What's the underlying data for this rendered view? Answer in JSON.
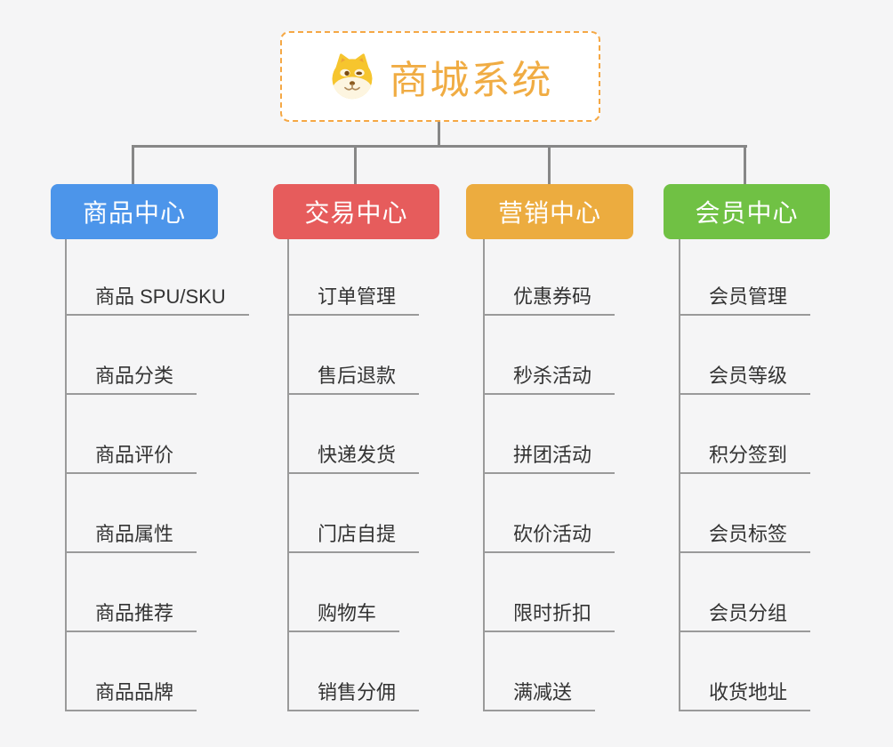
{
  "canvas": {
    "background": "#f5f5f6"
  },
  "root": {
    "title": "商城系统",
    "icon": "doge-face-icon",
    "title_color": "#f0ac43",
    "border_color": "#f5a845"
  },
  "lines": {
    "tree_color": "#878787",
    "leaf_color": "#9a9a9a"
  },
  "branches": [
    {
      "label": "商品中心",
      "color": "#4c95ea",
      "children": [
        "商品 SPU/SKU",
        "商品分类",
        "商品评价",
        "商品属性",
        "商品推荐",
        "商品品牌"
      ]
    },
    {
      "label": "交易中心",
      "color": "#e65c5c",
      "children": [
        "订单管理",
        "售后退款",
        "快递发货",
        "门店自提",
        "购物车",
        "销售分佣"
      ]
    },
    {
      "label": "营销中心",
      "color": "#ecac3f",
      "children": [
        "优惠券码",
        "秒杀活动",
        "拼团活动",
        "砍价活动",
        "限时折扣",
        "满减送"
      ]
    },
    {
      "label": "会员中心",
      "color": "#70c144",
      "children": [
        "会员管理",
        "会员等级",
        "积分签到",
        "会员标签",
        "会员分组",
        "收货地址"
      ]
    }
  ]
}
